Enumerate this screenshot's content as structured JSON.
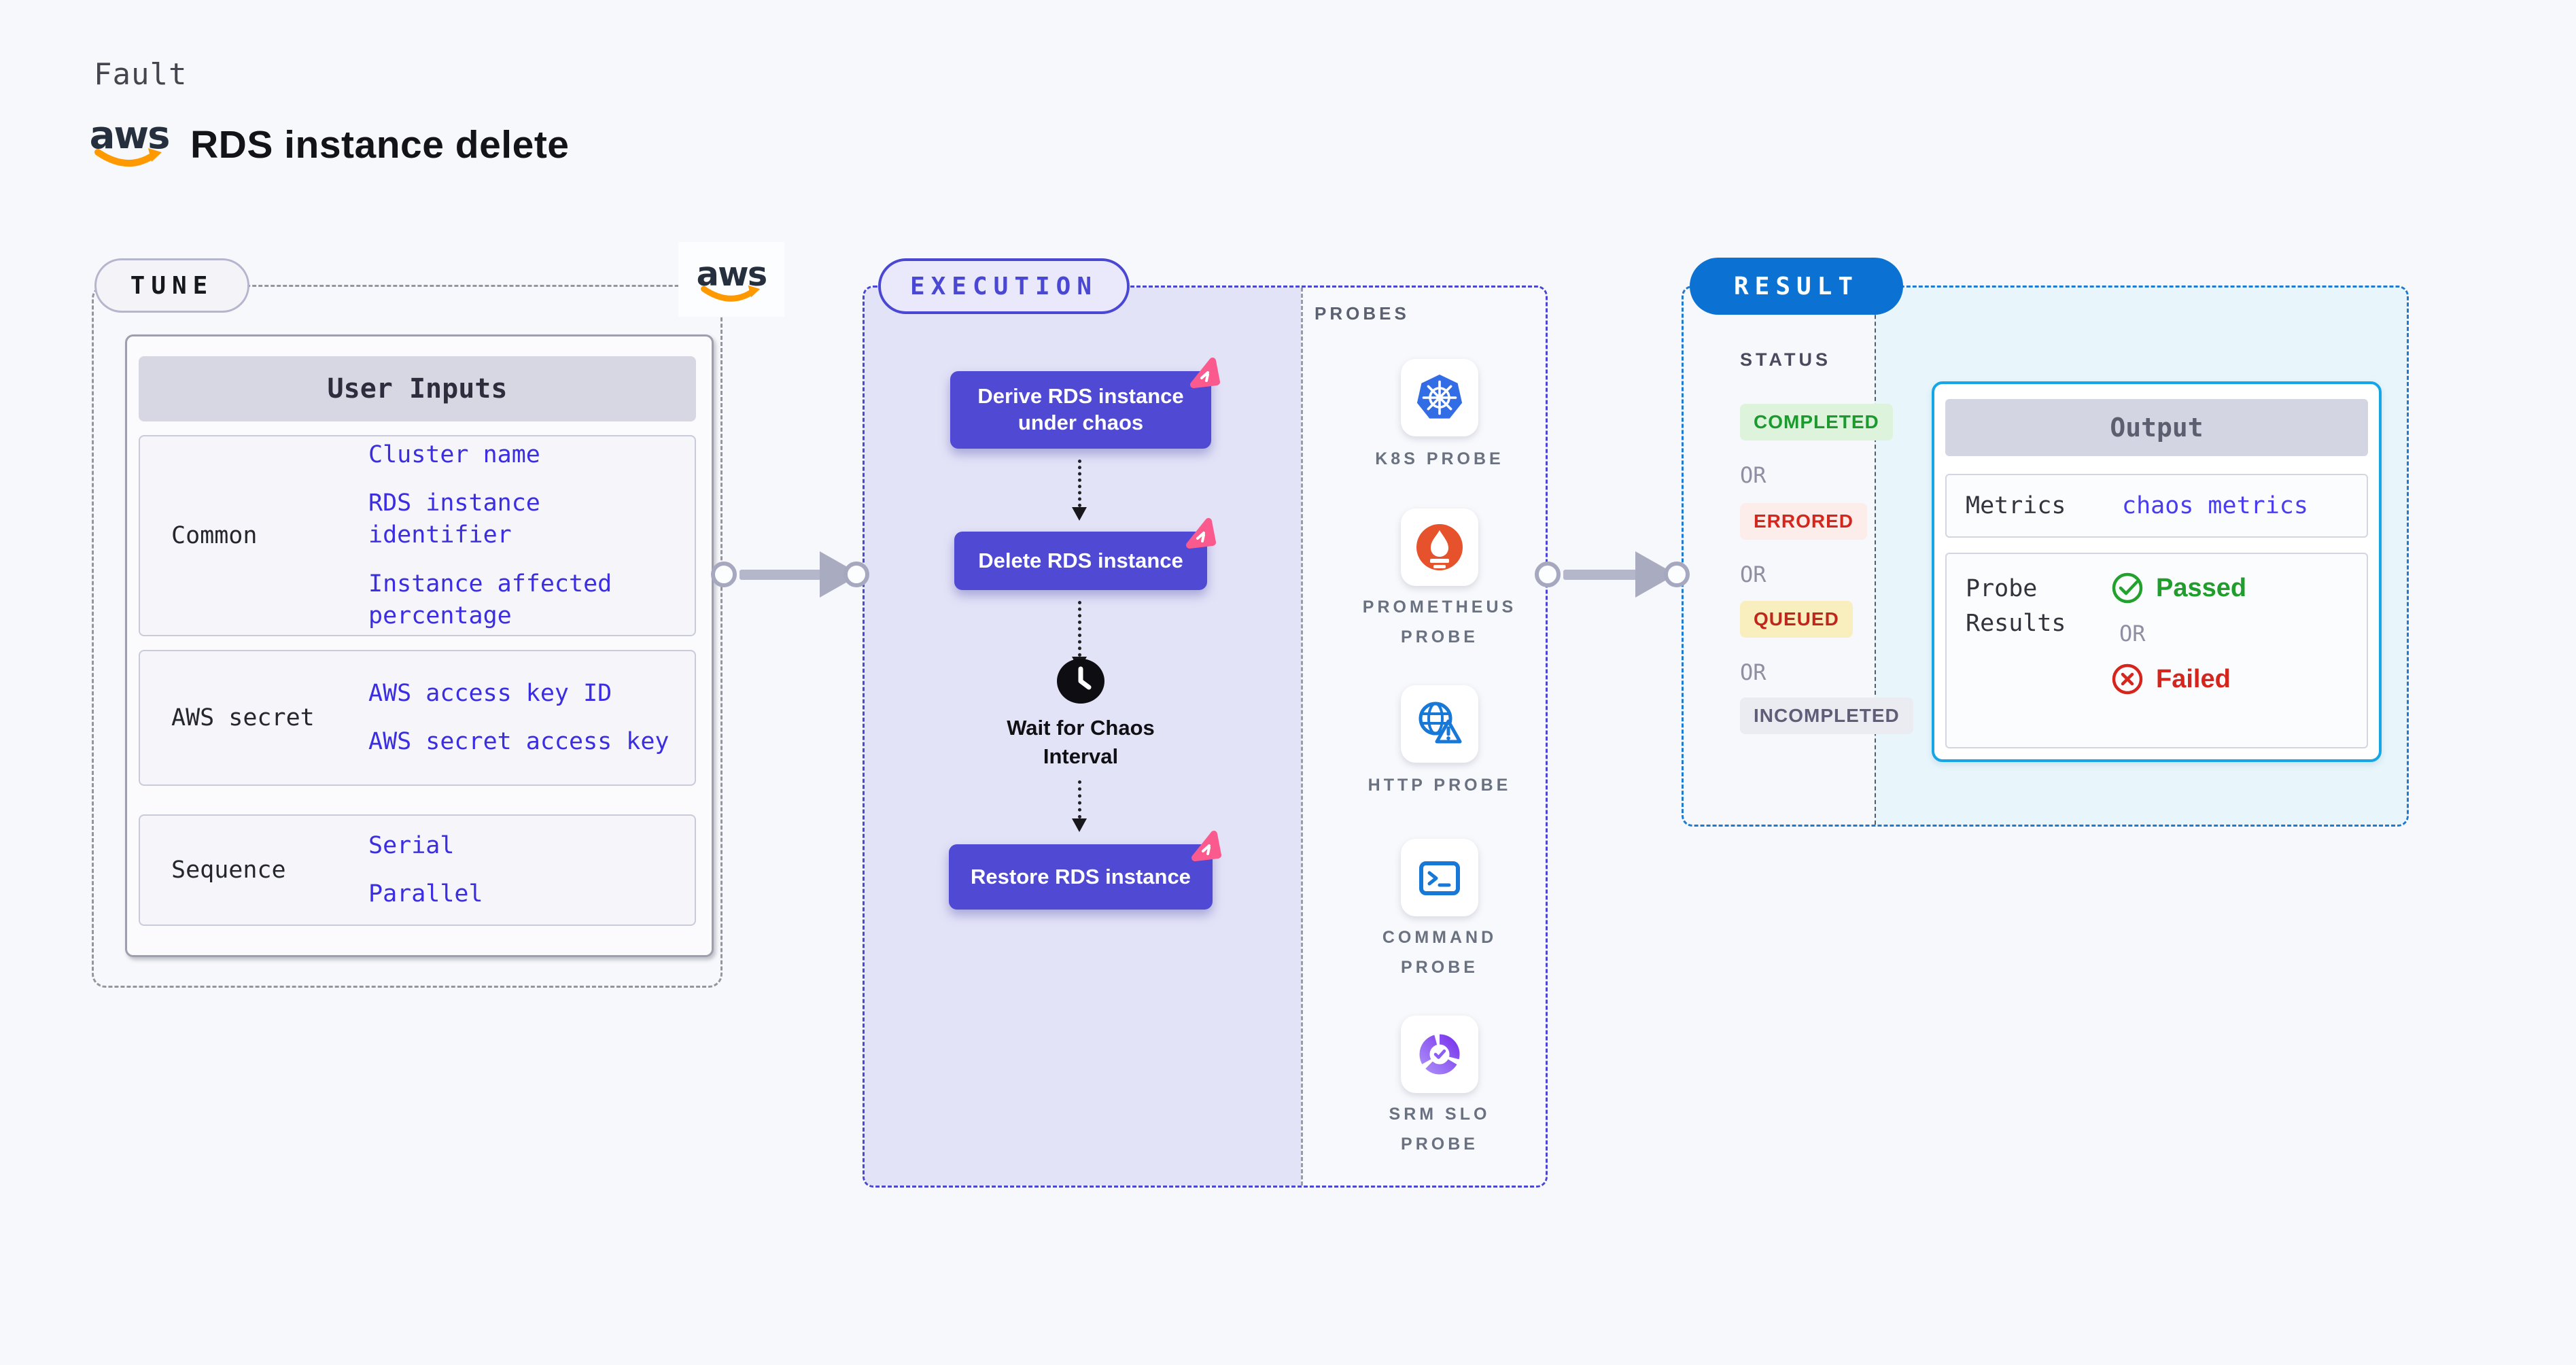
{
  "header": {
    "kicker": "Fault",
    "title": "RDS instance delete",
    "aws_wordmark": "aws"
  },
  "tune": {
    "badge": "TUNE",
    "table_title": "User Inputs",
    "rows": [
      {
        "label": "Common",
        "values": [
          "Cluster name",
          "RDS instance identifier",
          "Instance affected percentage"
        ]
      },
      {
        "label": "AWS secret",
        "values": [
          "AWS access key ID",
          "AWS secret access key"
        ]
      },
      {
        "label": "Sequence",
        "values": [
          "Serial",
          "Parallel"
        ]
      }
    ]
  },
  "execution": {
    "badge": "EXECUTION",
    "steps": [
      "Derive RDS instance under chaos",
      "Delete RDS instance",
      "Restore RDS instance"
    ],
    "wait_label": "Wait for Chaos Interval"
  },
  "probes": {
    "title": "PROBES",
    "items": [
      {
        "name": "kubernetes",
        "label": "K8S PROBE"
      },
      {
        "name": "prometheus",
        "label": "PROMETHEUS PROBE"
      },
      {
        "name": "http",
        "label": "HTTP PROBE"
      },
      {
        "name": "command",
        "label": "COMMAND PROBE"
      },
      {
        "name": "srm-slo",
        "label": "SRM SLO PROBE"
      }
    ]
  },
  "result": {
    "badge": "RESULT",
    "status_title": "STATUS",
    "or_label": "OR",
    "statuses": [
      {
        "label": "COMPLETED",
        "fg": "#1b9a2d",
        "bg": "#ddf3dc"
      },
      {
        "label": "ERRORED",
        "fg": "#d3271d",
        "bg": "#fcecea"
      },
      {
        "label": "QUEUED",
        "fg": "#c0261c",
        "bg": "#f9efbe"
      },
      {
        "label": "INCOMPLETED",
        "fg": "#5e5e78",
        "bg": "#ebebf2"
      }
    ],
    "output": {
      "title": "Output",
      "metrics_label": "Metrics",
      "metrics_link": "chaos metrics",
      "probe_results_label": "Probe Results",
      "passed_label": "Passed",
      "or_label": "OR",
      "failed_label": "Failed"
    }
  },
  "colors": {
    "page_bg": "#f7f8fb",
    "accent_indigo": "#4a48d2",
    "node_indigo": "#4f49d4",
    "chaos_pink": "#fb5a8e",
    "lavender_panel": "#e3e3f7",
    "result_blue": "#0b72d4",
    "result_panel_cyan": "#e8f6fc",
    "output_border_cyan": "#16a6e6",
    "link_blue": "#3b2ee2",
    "aws_orange": "#ff9900",
    "aws_navy": "#252f3e",
    "passed_green": "#1f9e2c",
    "failed_red": "#d6251c",
    "kubernetes_blue": "#326de6",
    "prometheus_orange": "#e6522c",
    "srm_purple": "#7c3aed"
  }
}
